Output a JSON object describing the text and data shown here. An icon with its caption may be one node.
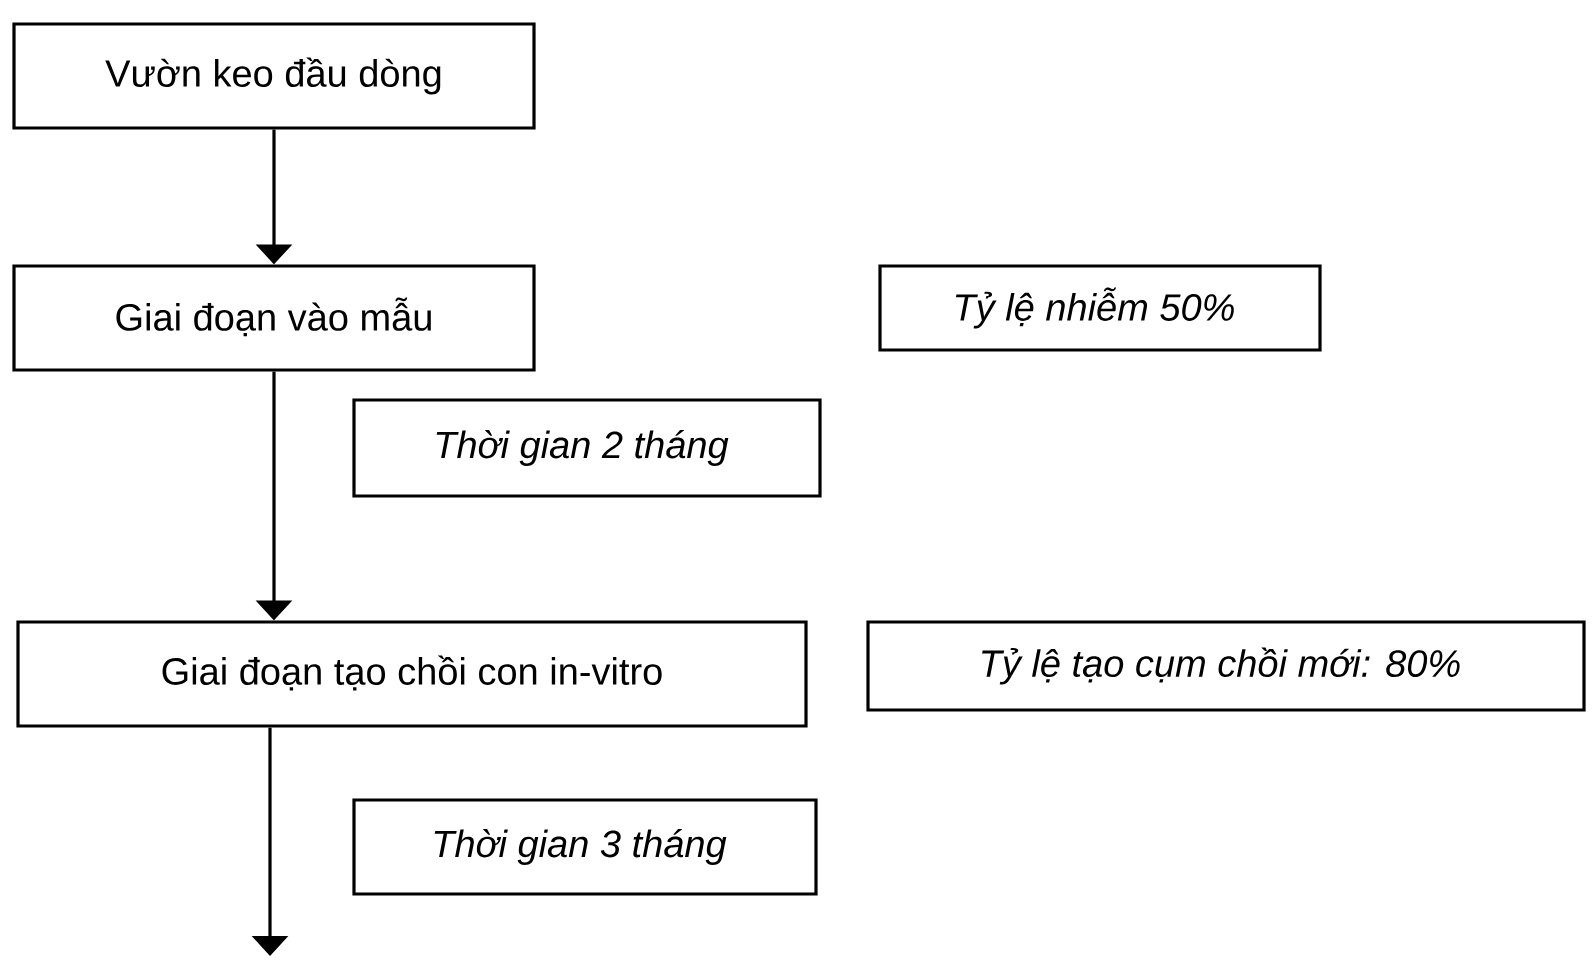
{
  "diagram": {
    "nodes": [
      {
        "text": [
          "Vườn keo đầu dòng"
        ]
      },
      {
        "text": [
          "Giai đoạn vào mẫu"
        ]
      },
      {
        "text": [
          "*Tỷ lệ nhiễm 50%*"
        ]
      },
      {
        "text": [
          "*Thời gian 2 tháng*"
        ]
      },
      {
        "text": [
          "Giai đoạn tạo chồi con in-vitro"
        ]
      },
      {
        "text": [
          "*Tỷ lệ tạo cụm chồi mới: 80%*"
        ]
      },
      {
        "text": [
          "*Thời gian 3 tháng*"
        ]
      }
    ],
    "edges": [
      {
        "from": 0,
        "to": 1,
        "arrow": "to"
      },
      {
        "from": 1,
        "to": 4,
        "arrow": "to"
      },
      {
        "from": 4,
        "to": null,
        "arrow": "to"
      }
    ]
  }
}
